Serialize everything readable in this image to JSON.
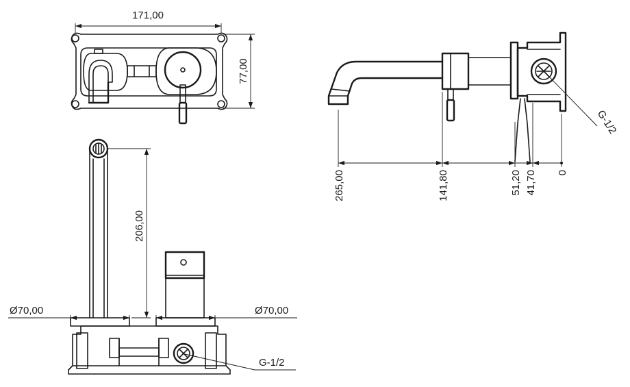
{
  "dimensions": {
    "top_width": "171,00",
    "top_height": "77,00",
    "spout_height": "206,00",
    "base_diameter_left": "Ø70,00",
    "base_diameter_right": "Ø70,00",
    "side_265": "265,00",
    "side_141": "141,80",
    "side_51": "51,20",
    "side_41": "41,70",
    "side_0": "0"
  },
  "threads": {
    "side_thread": "G-1/2",
    "front_thread": "G-1/2"
  }
}
